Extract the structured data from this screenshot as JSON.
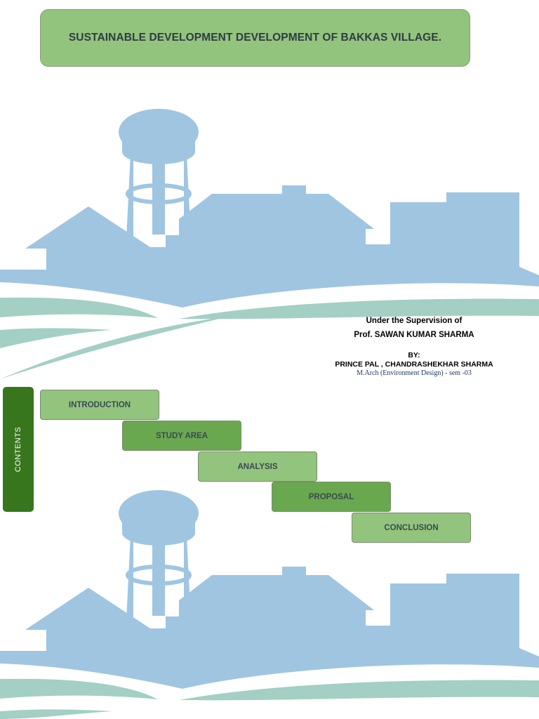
{
  "title": "SUSTAINABLE DEVELOPMENT DEVELOPMENT OF BAKKAS VILLAGE.",
  "credits": {
    "supervision_label": "Under the Supervision of",
    "supervisor": "Prof. SAWAN KUMAR SHARMA",
    "by_label": "BY:",
    "authors": "PRINCE PAL , CHANDRASHEKHAR SHARMA",
    "course": "M.Arch (Environment Design) - sem -03"
  },
  "contents": {
    "label": "CONTENTS",
    "items": [
      "INTRODUCTION",
      "STUDY AREA",
      "ANALYSIS",
      "PROPOSAL",
      "CONCLUSION"
    ]
  },
  "colors": {
    "title_fill": "#93c47d",
    "step_light": "#93c47d",
    "step_dark": "#6aa84f",
    "contents_tab": "#38761d",
    "silhouette": "#9fc5e1",
    "wave": "#a3cfc4",
    "course_text": "#1f3864"
  }
}
